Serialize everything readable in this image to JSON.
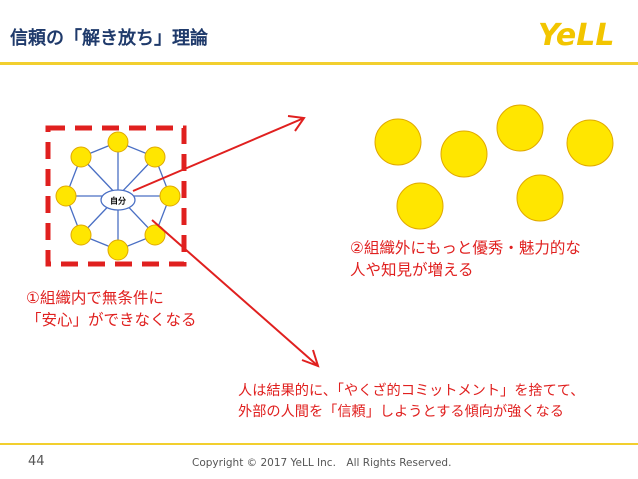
{
  "slide": {
    "title": "信頼の「解き放ち」理論",
    "logo_text": "YeLL",
    "center_label": "自分",
    "label_1": [
      "①組織内で無条件に",
      "「安心」ができなくなる"
    ],
    "label_2": [
      "②組織外にもっと優秀・魅力的な",
      "人や知見が増える"
    ],
    "label_3": [
      "人は結果的に、「やくざ的コミットメント」を捨てて、",
      "外部の人間を「信頼」しようとする傾向が強くなる"
    ],
    "page_number": "44",
    "copyright": "Copyright © 2017 YeLL Inc.　All Rights Reserved."
  },
  "colors": {
    "title": "#1f3a6b",
    "accent_red": "#e0201f",
    "accent_yellow": "#f2cf2e",
    "circle_fill": "#ffe600",
    "circle_stroke": "#e0a800",
    "network_blue": "#4a6fc4"
  }
}
